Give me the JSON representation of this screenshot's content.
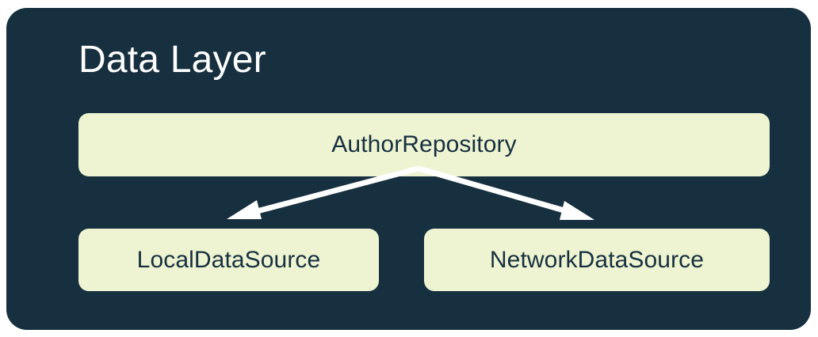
{
  "diagram": {
    "type": "architecture-layer-diagram",
    "title": "Data Layer",
    "background_color": "#ffffff",
    "panel_color": "#17303f",
    "node_fill_color": "#eef4d2",
    "node_text_color": "#17303f",
    "title_text_color": "#ffffff",
    "connector_color": "#ffffff",
    "nodes": [
      {
        "id": "repository",
        "label": "AuthorRepository",
        "role": "repository",
        "row": 1
      },
      {
        "id": "local-data-source",
        "label": "LocalDataSource",
        "role": "data-source",
        "row": 2
      },
      {
        "id": "network-data-source",
        "label": "NetworkDataSource",
        "role": "data-source",
        "row": 2
      }
    ],
    "connectors": [
      {
        "id": "repository-to-local",
        "from": "repository",
        "to": "local-data-source",
        "style": "solid",
        "arrowhead": "filled-triangle"
      },
      {
        "id": "repository-to-network",
        "from": "repository",
        "to": "network-data-source",
        "style": "solid",
        "arrowhead": "filled-triangle"
      }
    ]
  }
}
